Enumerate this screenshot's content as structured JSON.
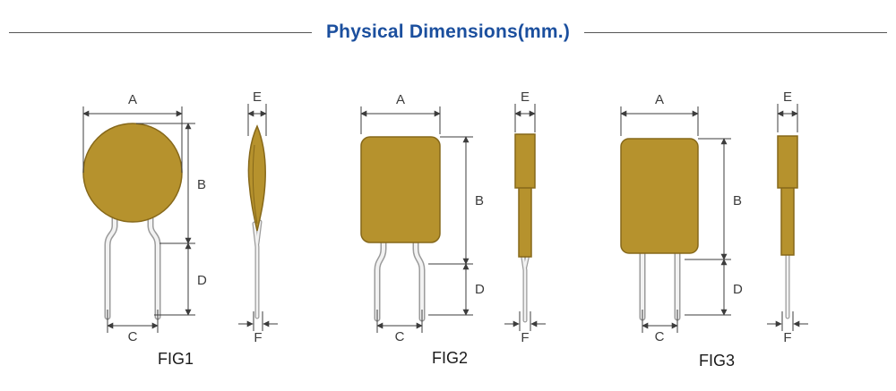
{
  "title": "Physical Dimensions(mm.)",
  "figures": [
    {
      "label": "FIG1",
      "dims": {
        "A": "A",
        "B": "B",
        "C": "C",
        "D": "D",
        "E": "E",
        "F": "F"
      }
    },
    {
      "label": "FIG2",
      "dims": {
        "A": "A",
        "B": "B",
        "C": "C",
        "D": "D",
        "E": "E",
        "F": "F"
      }
    },
    {
      "label": "FIG3",
      "dims": {
        "A": "A",
        "B": "B",
        "C": "C",
        "D": "D",
        "E": "E",
        "F": "F"
      }
    }
  ],
  "colors": {
    "body": "#b6922d",
    "body_stroke": "#86681a",
    "lead_fill": "#f2f2f2",
    "lead_stroke": "#9b9b9b",
    "dimension": "#3c3c3c",
    "title": "#1b4f9e",
    "rule": "#555555",
    "fig_label": "#1a1a1a"
  }
}
